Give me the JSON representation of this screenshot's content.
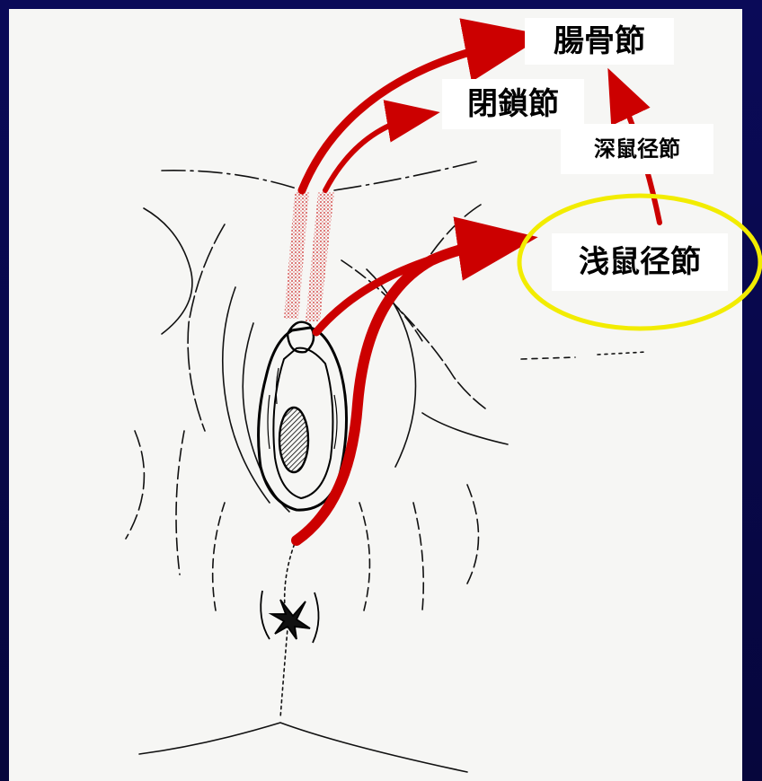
{
  "labels": {
    "iliac_nodes": "腸骨節",
    "obturator_nodes": "閉鎖節",
    "deep_inguinal_nodes": "深鼠径節",
    "superficial_inguinal_nodes": "浅鼠径節"
  },
  "colors": {
    "slide_background": "#08084a",
    "drawing_background": "#f6f6f4",
    "arrow": "#cc0000",
    "highlight_ellipse": "#f2ec00",
    "line_art": "#000000"
  }
}
